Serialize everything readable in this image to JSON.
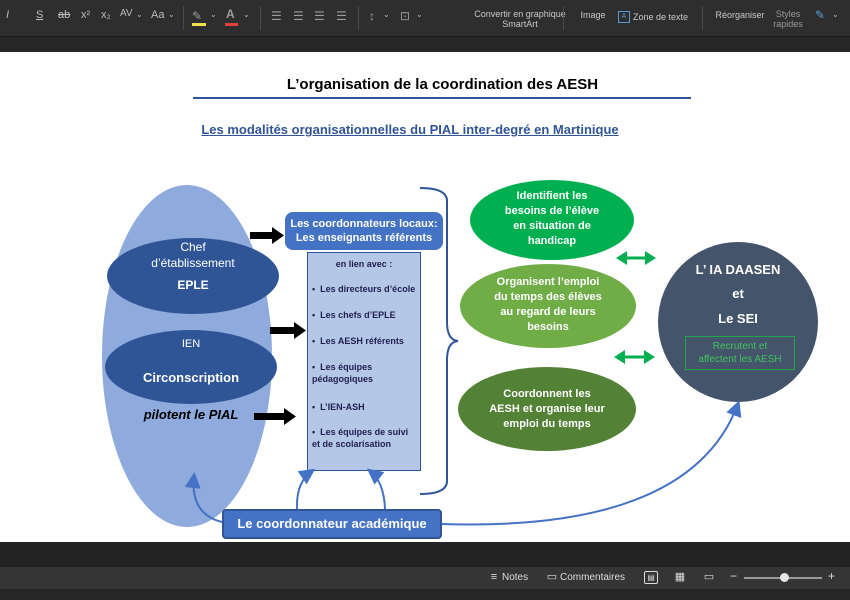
{
  "ribbon": {
    "format_glyphs": [
      "I",
      "S",
      "ab",
      "x²",
      "x₂",
      "AV",
      "Aa"
    ],
    "convert_smartart": "Convertir en graphique SmartArt",
    "image": "Image",
    "textbox": "Zone de texte",
    "arrange": "Réorganiser",
    "quick_styles": "Styles rapides"
  },
  "slide": {
    "title": "L’organisation de la coordination des AESH",
    "subtitle_part1": "Les modalités organisationnelles du PIAL ",
    "subtitle_part2": "inter-degré en Martinique",
    "chef_label1": "Chef",
    "chef_label2": "d’établissement",
    "chef_label3": "EPLE",
    "ien_label": "IEN",
    "circ_label": "Circonscription",
    "pilotent": "pilotent le PIAL",
    "coord_local1": "Les coordonnateurs locaux:",
    "coord_local2": "Les enseignants référents",
    "list_head": "en lien avec :",
    "list_items": [
      "Les directeurs d’école",
      "Les chefs d’EPLE",
      "Les AESH référents",
      "Les équipes pédagogiques",
      "L’IEN-ASH",
      "Les équipes de suivi et de scolarisation"
    ],
    "green1": [
      "Identifient les",
      "besoins de l’élève",
      "en situation de",
      "handicap"
    ],
    "green2": [
      "Organisent  l’emploi",
      "du temps des élèves",
      "au regard de leurs",
      "besoins"
    ],
    "green3": [
      "Coordonnent  les",
      "AESH et organise leur",
      "emploi du temps"
    ],
    "daasen1": "L’ IA DAASEN",
    "daasen2": "et",
    "daasen3": "Le SEI",
    "recrutent1": "Recrutent et",
    "recrutent2": "affectent les AESH",
    "academic": "Le coordonnateur académique",
    "colors": {
      "dark_blue": "#2f5597",
      "medium_blue": "#4472c4",
      "light_blue": "#8faadc",
      "green_bright": "#00b050",
      "green_mid": "#70ad47",
      "green_dark": "#538135",
      "slate": "#44546a"
    }
  },
  "status": {
    "notes": "Notes",
    "comments": "Commentaires"
  }
}
